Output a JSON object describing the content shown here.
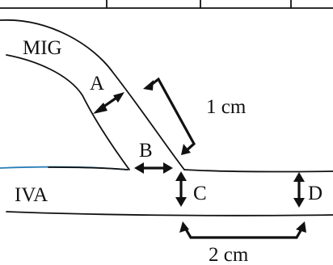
{
  "labels": {
    "vessel_graft": "MIG",
    "vessel_target": "IVA",
    "a": "A",
    "b": "B",
    "c": "C",
    "d": "D",
    "dist_1": "1 cm",
    "dist_2": "2 cm"
  },
  "colors": {
    "ink": "#111111",
    "background": "#ffffff",
    "accent_line": "#2a7fb8"
  }
}
